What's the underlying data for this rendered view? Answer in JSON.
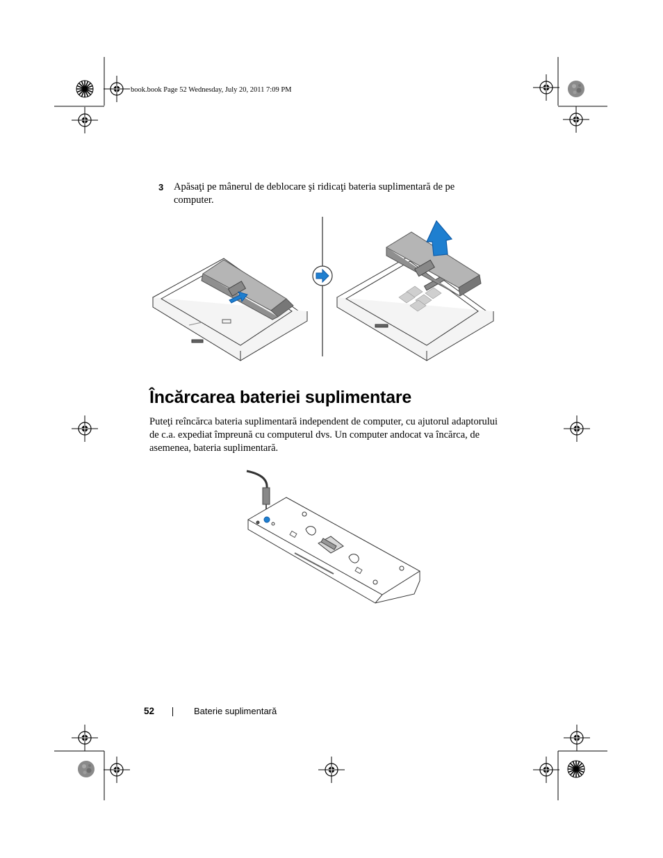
{
  "header": {
    "print_info": "book.book  Page 52  Wednesday, July 20, 2011  7:09 PM"
  },
  "step": {
    "number": "3",
    "text": "Apăsaţi pe mânerul de deblocare şi ridicaţi bateria suplimentară de pe computer."
  },
  "section": {
    "title": "Încărcarea bateriei suplimentare",
    "body": "Puteţi reîncărca bateria suplimentară independent de computer, cu ajutorul adaptorului de c.a. expediat împreună cu computerul dvs. Un computer andocat va încărca, de asemenea, bateria suplimentară."
  },
  "footer": {
    "page_number": "52",
    "chapter_title": "Baterie suplimentară"
  },
  "colors": {
    "arrow_blue": "#1e7fd0",
    "arrow_blue_dark": "#0d5aa6",
    "illustration_line": "#333333",
    "battery_gray": "#9a9a9a",
    "battery_dark": "#6e6e6e"
  }
}
